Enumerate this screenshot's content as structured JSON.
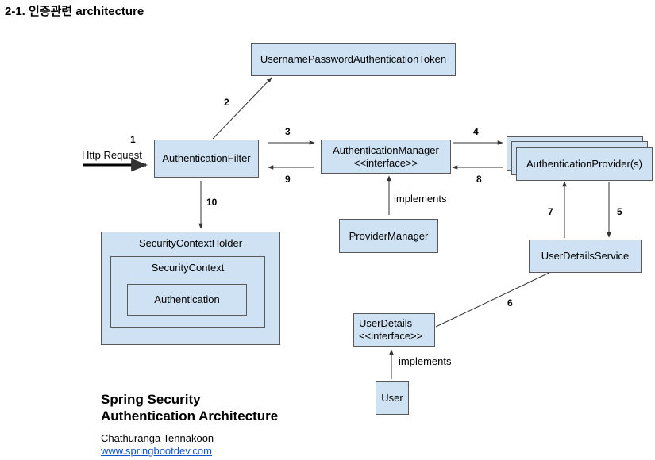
{
  "heading": "2-1. 인증관련 architecture",
  "nodes": {
    "token": "UsernamePasswordAuthenticationToken",
    "filter": "AuthenticationFilter",
    "manager_line1": "AuthenticationManager",
    "manager_line2": "<<interface>>",
    "provider": "AuthenticationProvider(s)",
    "provider_manager": "ProviderManager",
    "user_details_service": "UserDetailsService",
    "context_holder": "SecurityContextHolder",
    "context": "SecurityContext",
    "authentication": "Authentication",
    "user_details_line1": "UserDetails",
    "user_details_line2": "<<interface>>",
    "user": "User"
  },
  "edges": {
    "http_request": "Http Request",
    "step_1": "1",
    "step_2": "2",
    "step_3": "3",
    "step_4": "4",
    "step_5": "5",
    "step_6": "6",
    "step_7": "7",
    "step_8": "8",
    "step_9": "9",
    "step_10": "10",
    "implements_manager": "implements",
    "implements_user": "implements"
  },
  "credit": {
    "title_line1": "Spring Security",
    "title_line2": "Authentication Architecture",
    "author": "Chathuranga Tennakoon",
    "link": "www.springbootdev.com"
  }
}
